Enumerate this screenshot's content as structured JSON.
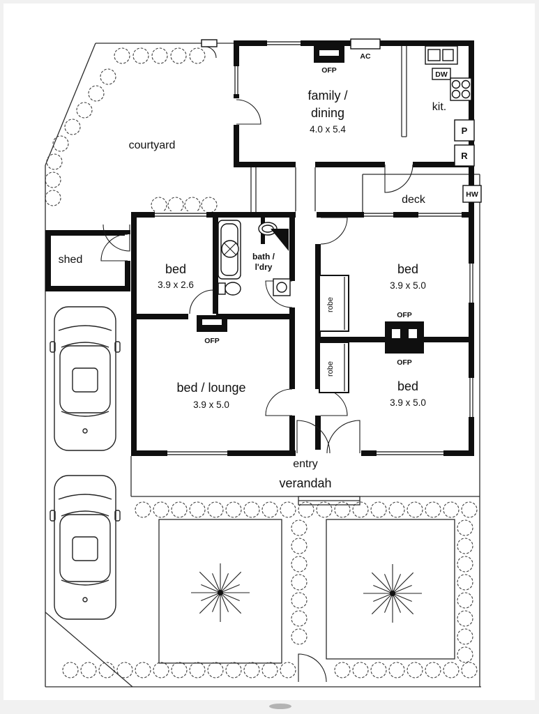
{
  "plan": {
    "courtyard": "courtyard",
    "family_line1": "family /",
    "family_line2": "dining",
    "family_dims": "4.0 x 5.4",
    "kitchen": "kit.",
    "deck": "deck",
    "shed": "shed",
    "bed1_label": "bed",
    "bed1_dims": "3.9 x 2.6",
    "bath_line1": "bath /",
    "bath_line2": "l'dry",
    "bed2_label": "bed",
    "bed2_dims": "3.9 x 5.0",
    "bed_lounge_label": "bed / lounge",
    "bed_lounge_dims": "3.9 x 5.0",
    "bed3_label": "bed",
    "bed3_dims": "3.9 x 5.0",
    "entry": "entry",
    "verandah": "verandah",
    "robe": "robe",
    "ofp": "OFP",
    "ac": "AC",
    "dw": "DW",
    "pantry": "P",
    "fridge": "R",
    "hot_water": "HW"
  }
}
